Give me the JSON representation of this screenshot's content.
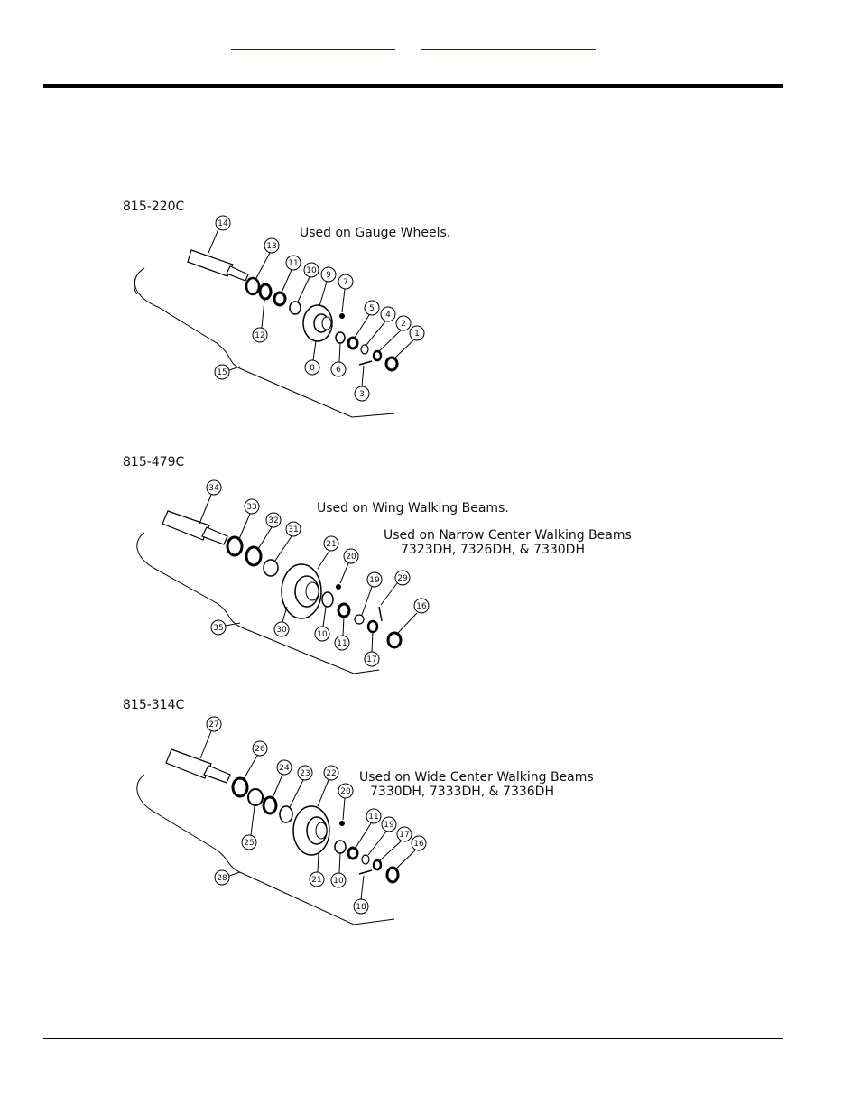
{
  "header": {
    "links": [
      {
        "label": ""
      },
      {
        "label": ""
      }
    ]
  },
  "assemblies": [
    {
      "part_number": "815-220C",
      "notes": [
        "Used on Gauge Wheels."
      ],
      "callouts": [
        "14",
        "13",
        "11",
        "10",
        "9",
        "7",
        "12",
        "5",
        "4",
        "2",
        "1",
        "8",
        "6",
        "15",
        "3"
      ]
    },
    {
      "part_number": "815-479C",
      "notes": [
        "Used on Wing Walking Beams.",
        "Used on Narrow Center Walking Beams",
        "7323DH, 7326DH, & 7330DH"
      ],
      "callouts": [
        "34",
        "33",
        "32",
        "31",
        "21",
        "20",
        "19",
        "29",
        "16",
        "35",
        "30",
        "10",
        "11",
        "17"
      ]
    },
    {
      "part_number": "815-314C",
      "notes": [
        "Used on Wide Center Walking Beams",
        "7330DH, 7333DH, & 7336DH"
      ],
      "callouts": [
        "27",
        "26",
        "24",
        "23",
        "22",
        "20",
        "11",
        "19",
        "17",
        "16",
        "25",
        "28",
        "21",
        "10",
        "18"
      ]
    }
  ]
}
